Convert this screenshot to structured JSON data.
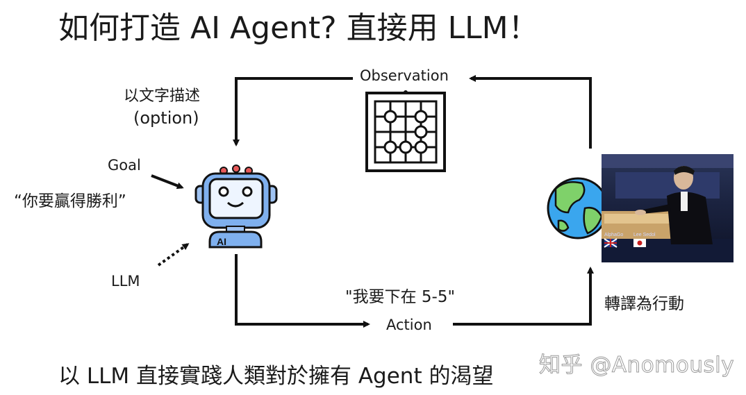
{
  "title": "如何打造 AI Agent? 直接用 LLM！",
  "observation_label": "Observation",
  "description": {
    "line1": "以文字描述",
    "line2": "(option)"
  },
  "goal": {
    "label": "Goal",
    "quote": "“你要贏得勝利”"
  },
  "llm_label": "LLM",
  "agent_badge": "AI",
  "action": {
    "quote": "\"我要下在 5-5\"",
    "label": "Action"
  },
  "translate_label": "轉譯為行動",
  "subtitle": "以 LLM 直接實踐人類對於擁有 Agent 的渴望",
  "watermark": "知乎 @Anomously",
  "photo_caption": {
    "left": "AlphaGo",
    "right": "Lee Sedol"
  },
  "icons": [
    "go-board-icon",
    "robot-agent-icon",
    "globe-icon",
    "go-match-photo"
  ]
}
